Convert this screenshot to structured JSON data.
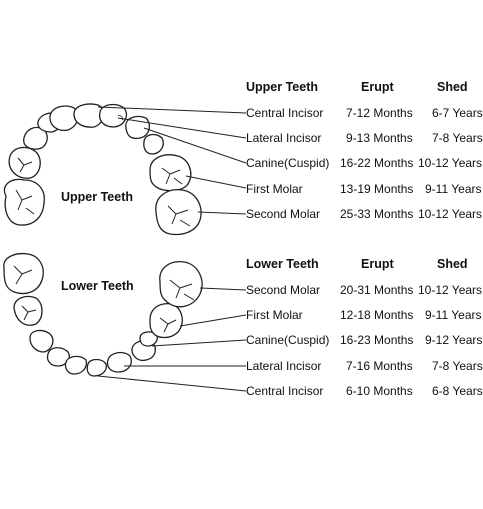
{
  "upper": {
    "arch_label": "Upper Teeth",
    "header": {
      "name": "Upper Teeth",
      "erupt": "Erupt",
      "shed": "Shed"
    },
    "rows": [
      {
        "name": "Central Incisor",
        "erupt": "7-12 Months",
        "shed": "6-7 Years"
      },
      {
        "name": "Lateral Incisor",
        "erupt": "9-13 Months",
        "shed": "7-8 Years"
      },
      {
        "name": "Canine(Cuspid)",
        "erupt": "16-22 Months",
        "shed": "10-12 Years"
      },
      {
        "name": "First Molar",
        "erupt": "13-19 Months",
        "shed": "9-11 Years"
      },
      {
        "name": "Second Molar",
        "erupt": "25-33 Months",
        "shed": "10-12 Years"
      }
    ]
  },
  "lower": {
    "arch_label": "Lower Teeth",
    "header": {
      "name": "Lower Teeth",
      "erupt": "Erupt",
      "shed": "Shed"
    },
    "rows": [
      {
        "name": "Second Molar",
        "erupt": "20-31 Months",
        "shed": "10-12 Years"
      },
      {
        "name": "First Molar",
        "erupt": "12-18 Months",
        "shed": "9-11 Years"
      },
      {
        "name": "Canine(Cuspid)",
        "erupt": "16-23 Months",
        "shed": "9-12 Years"
      },
      {
        "name": "Lateral Incisor",
        "erupt": "7-16 Months",
        "shed": "7-8 Years"
      },
      {
        "name": "Central Incisor",
        "erupt": "6-10 Months",
        "shed": "6-8 Years"
      }
    ]
  }
}
